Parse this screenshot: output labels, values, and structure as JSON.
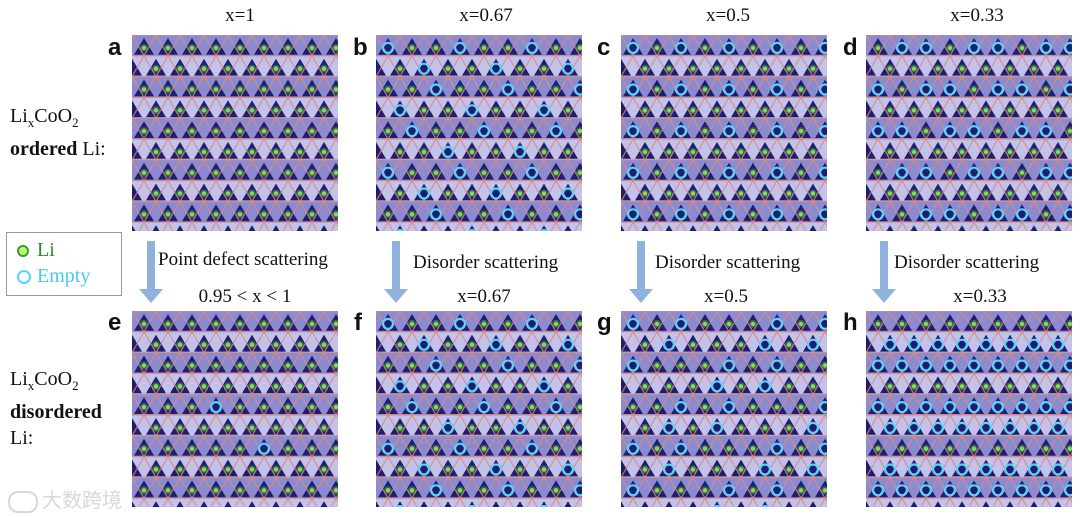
{
  "columns": [
    {
      "title": "x=1",
      "top_panel": "a",
      "bottom_panel": "e",
      "scatter": "Point defect scattering",
      "bottom_x": "0.95 < x < 1"
    },
    {
      "title": "x=0.67",
      "top_panel": "b",
      "bottom_panel": "f",
      "scatter": "Disorder scattering",
      "bottom_x": "x=0.67"
    },
    {
      "title": "x=0.5",
      "top_panel": "c",
      "bottom_panel": "g",
      "scatter": "Disorder scattering",
      "bottom_x": "x=0.5"
    },
    {
      "title": "x=0.33",
      "top_panel": "d",
      "bottom_panel": "h",
      "scatter": "Disorder scattering",
      "bottom_x": "x=0.33"
    }
  ],
  "row_labels": {
    "top_formula_prefix": "Li",
    "top_formula_sub1": "x",
    "top_formula_mid": "CoO",
    "top_formula_sub2": "2",
    "top_bold": "ordered",
    "top_suffix": " Li:",
    "bottom_formula_prefix": "Li",
    "bottom_formula_sub1": "x",
    "bottom_formula_mid": "CoO",
    "bottom_formula_sub2": "2",
    "bottom_bold": "disordered",
    "bottom_suffix": "Li:"
  },
  "legend": {
    "li": "Li",
    "empty": "Empty"
  },
  "watermark": "大数跨境",
  "colors": {
    "lattice_bg": "#8d8bcf",
    "triangle_dark": "#1e1d6e",
    "bond": "#d8867a",
    "li": "#7fe04a",
    "empty": "#5ad4ff",
    "arrow": "#8fb2dc"
  }
}
